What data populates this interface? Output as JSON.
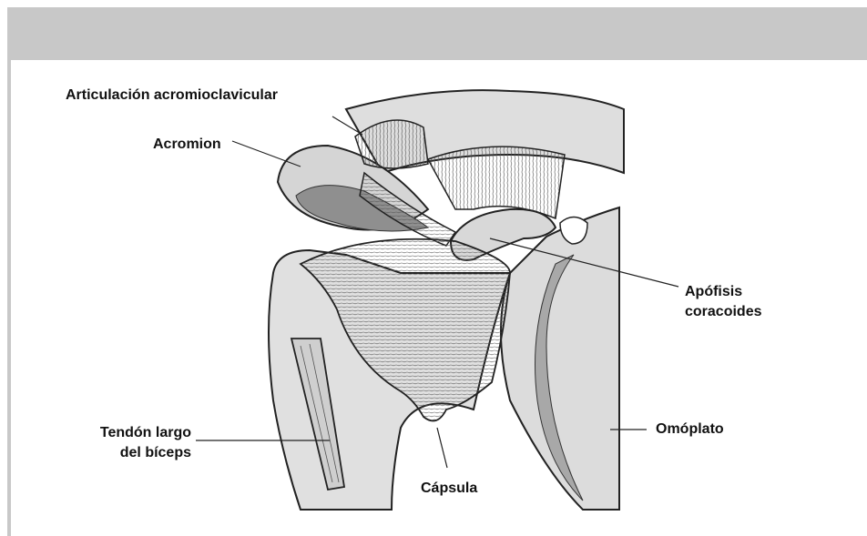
{
  "labels": {
    "articulacion": "Articulación acromioclavicular",
    "acromion": "Acromion",
    "apofisis_line1": "Apófisis",
    "apofisis_line2": "coracoides",
    "tendon_line1": "Tendón largo",
    "tendon_line2": "del bíceps",
    "omoplato": "Omóplato",
    "capsula": "Cápsula"
  },
  "colors": {
    "band": "#c8c8c8",
    "bone": "#dedede",
    "bone_dark": "#9a9a9a",
    "ink": "#222222"
  }
}
